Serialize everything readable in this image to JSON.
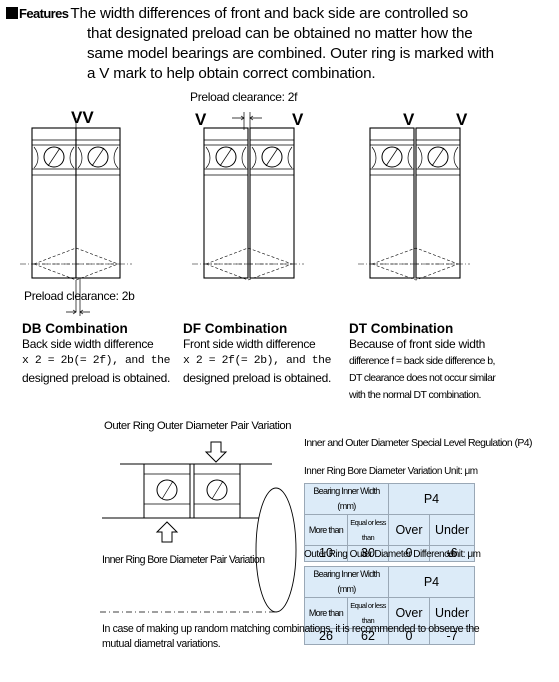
{
  "features": {
    "label": "Features",
    "lines": [
      "The width differences of front and back side are controlled so",
      "that designated preload can be obtained no matter how the",
      "same model bearings are combined.  Outer ring is marked with",
      "a V mark to help obtain correct combination."
    ]
  },
  "diagram_labels": {
    "preload_top": "Preload clearance: 2f",
    "preload_bottom": "Preload clearance: 2b",
    "v_mark": "V",
    "vv_mark": "VV"
  },
  "combinations": [
    {
      "title": "DB Combination",
      "lines": [
        "Back side width difference",
        "x 2 = 2b(= 2f), and the",
        "designed preload is obtained."
      ]
    },
    {
      "title": "DF Combination",
      "lines": [
        "Front side width difference",
        "x 2 = 2f(= 2b), and the",
        "designed preload is obtained."
      ]
    },
    {
      "title": "DT Combination",
      "lines": [
        "Because of front side width",
        "difference f = back side difference b,",
        "DT clearance does not occur similar",
        "with the normal DT combination."
      ]
    }
  ],
  "variation_labels": {
    "outer": "Outer Ring Outer Diameter Pair Variation",
    "inner": "Inner Ring Bore Diameter Pair Variation"
  },
  "regulation": {
    "title": "Inner and Outer Diameter Special Level Regulation (P4)",
    "bore_table": {
      "caption": "Inner Ring Bore Diameter Variation Unit: μm",
      "width_header": "Bearing Inner Width (mm)",
      "grade": "P4",
      "headers": [
        "More than",
        "Equal or less than",
        "Over",
        "Under"
      ],
      "row": [
        "10",
        "30",
        "0",
        "-6"
      ]
    },
    "outer_table": {
      "caption": "Outer Ring Outer Diameter Difference",
      "unit": "Unit: μm",
      "width_header": "Bearing Inner Width (mm)",
      "grade": "P4",
      "headers": [
        "More than",
        "Equal or less than",
        "Over",
        "Under"
      ],
      "row": [
        "26",
        "62",
        "0",
        "-7"
      ]
    }
  },
  "note": {
    "lines": [
      "In case of making up random matching combinations, it is recommended to observe the",
      "mutual diametral variations."
    ]
  }
}
